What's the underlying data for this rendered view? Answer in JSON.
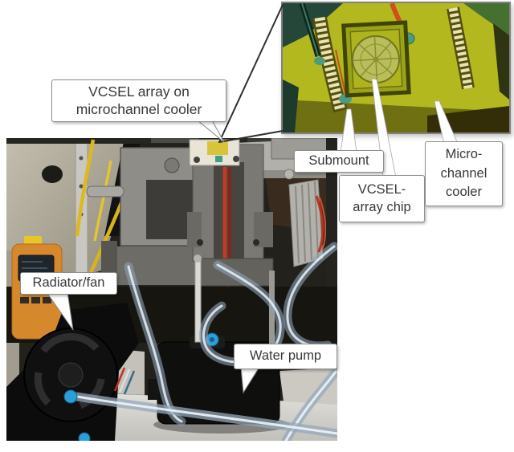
{
  "callouts": {
    "main": {
      "lines": [
        "VCSEL array on",
        "microchannel cooler"
      ]
    },
    "submount": {
      "lines": [
        "Submount"
      ]
    },
    "vcsel_array_chip": {
      "lines": [
        "VCSEL-",
        "array chip"
      ]
    },
    "microchannel_cooler": {
      "lines": [
        "Micro-",
        "channel",
        "cooler"
      ]
    },
    "radiator_fan": {
      "lines": [
        "Radiator/fan"
      ]
    },
    "water_pump": {
      "lines": [
        "Water pump"
      ]
    }
  },
  "colors": {
    "background": "#ffffff",
    "label_fill": "#ffffff",
    "label_border": "#8e8e8e",
    "label_text": "#383838",
    "leader_line": "#2f2f2f",
    "inset_substrate": "#b4b81f",
    "tube_blue": "#9fb4c6",
    "fitting_blue": "#2a9fd8",
    "wire_red": "#c0392b",
    "cable_yellow": "#ddb91e",
    "multimeter_orange": "#d6892c",
    "table_gray": "#d7d5cf"
  }
}
